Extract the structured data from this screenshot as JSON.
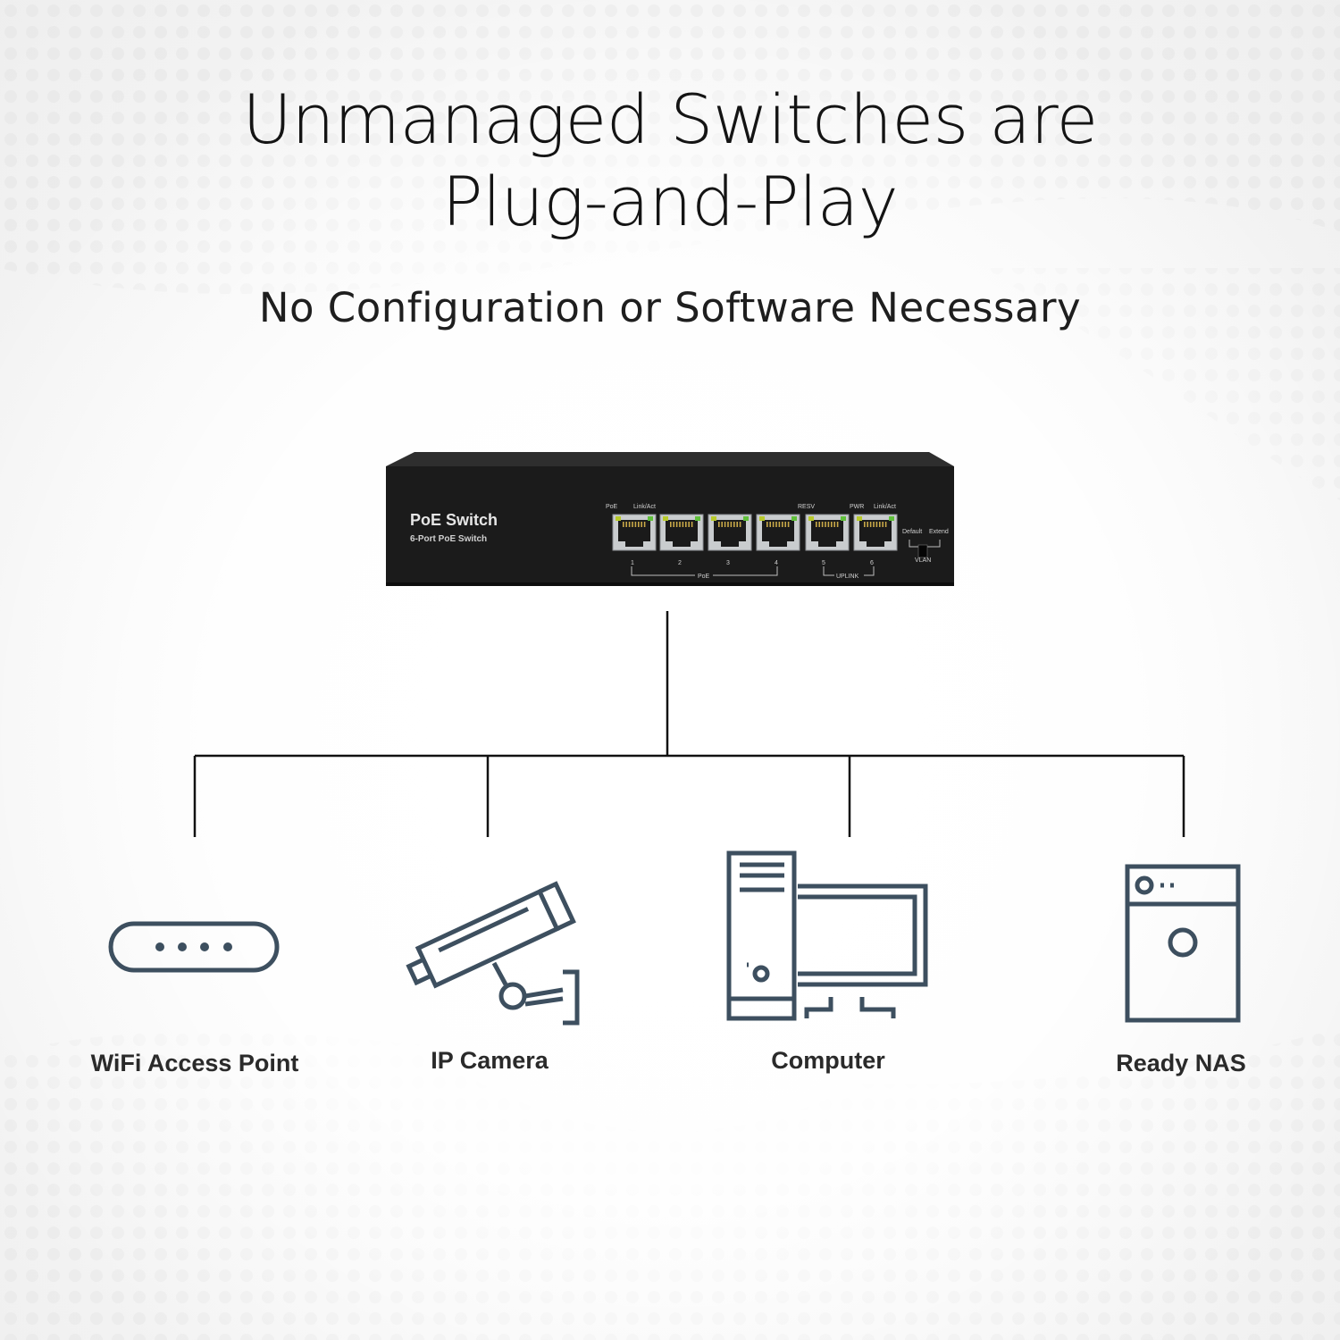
{
  "headline": {
    "line1": "Unmanaged Switches are",
    "line2": "Plug-and-Play"
  },
  "subheadline": "No Configuration or Software Necessary",
  "switch": {
    "title": "PoE Switch",
    "subtitle": "6-Port PoE Switch",
    "led_labels": {
      "poe": "PoE",
      "link_act_left": "Link/Act",
      "resv": "RESV",
      "pwr": "PWR",
      "link_act_right": "Link/Act"
    },
    "port_numbers": [
      "1",
      "2",
      "3",
      "4",
      "5",
      "6"
    ],
    "group_poe": "PoE",
    "group_uplink": "UPLINK",
    "dip_default": "Default",
    "dip_extend": "Extend",
    "dip_vlan": "VLAN"
  },
  "devices": [
    {
      "label": "WiFi Access Point",
      "icon": "wifi-access-point-icon"
    },
    {
      "label": "IP Camera",
      "icon": "ip-camera-icon"
    },
    {
      "label": "Computer",
      "icon": "computer-icon"
    },
    {
      "label": "Ready NAS",
      "icon": "nas-icon"
    }
  ],
  "colors": {
    "icon_stroke": "#3d4f5f",
    "line": "#111111",
    "switch_body": "#1b1b1b"
  }
}
